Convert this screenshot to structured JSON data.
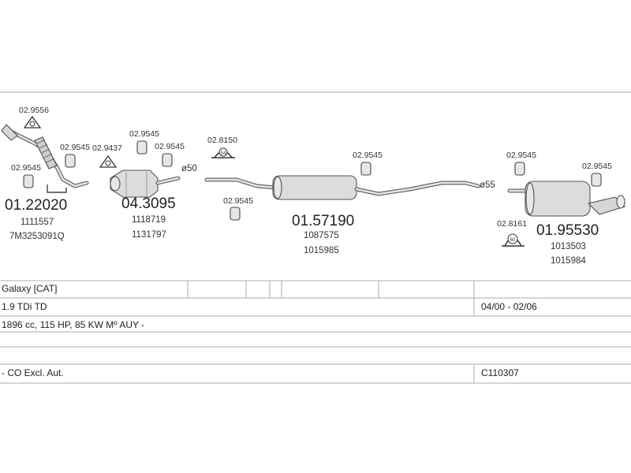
{
  "parts": {
    "front_pipe": {
      "number": "01.22020",
      "refs": [
        "1111557",
        "7M3253091Q"
      ],
      "clamp": "02.9545",
      "gasket": "02.9556"
    },
    "catalyst": {
      "number": "04.3095",
      "refs": [
        "1118719",
        "1131797"
      ],
      "hanger_a": "02.9545",
      "hanger_b": "02.9545",
      "clamp": "02.9437",
      "diameter": "ø50"
    },
    "center_muffler": {
      "number": "01.57190",
      "refs": [
        "1087575",
        "1015985"
      ],
      "clamp": "02.8150",
      "clamp_size": "54",
      "hanger_a": "02.9545",
      "hanger_b": "02.9545"
    },
    "rear_muffler": {
      "number": "01.95530",
      "refs": [
        "1013503",
        "1015984"
      ],
      "clamp": "02.8161",
      "clamp_size": "60",
      "hanger_a": "02.9545",
      "hanger_b": "02.9545",
      "diameter": "ø55"
    }
  },
  "table": {
    "model": "Galaxy  [CAT]",
    "engine": "1.9 TDi TD",
    "years": "04/00 - 02/06",
    "spec": "1896 cc, 115 HP, 85 KW Mº AUY -",
    "note": "- CO Excl. Aut.",
    "code": "C110307"
  }
}
